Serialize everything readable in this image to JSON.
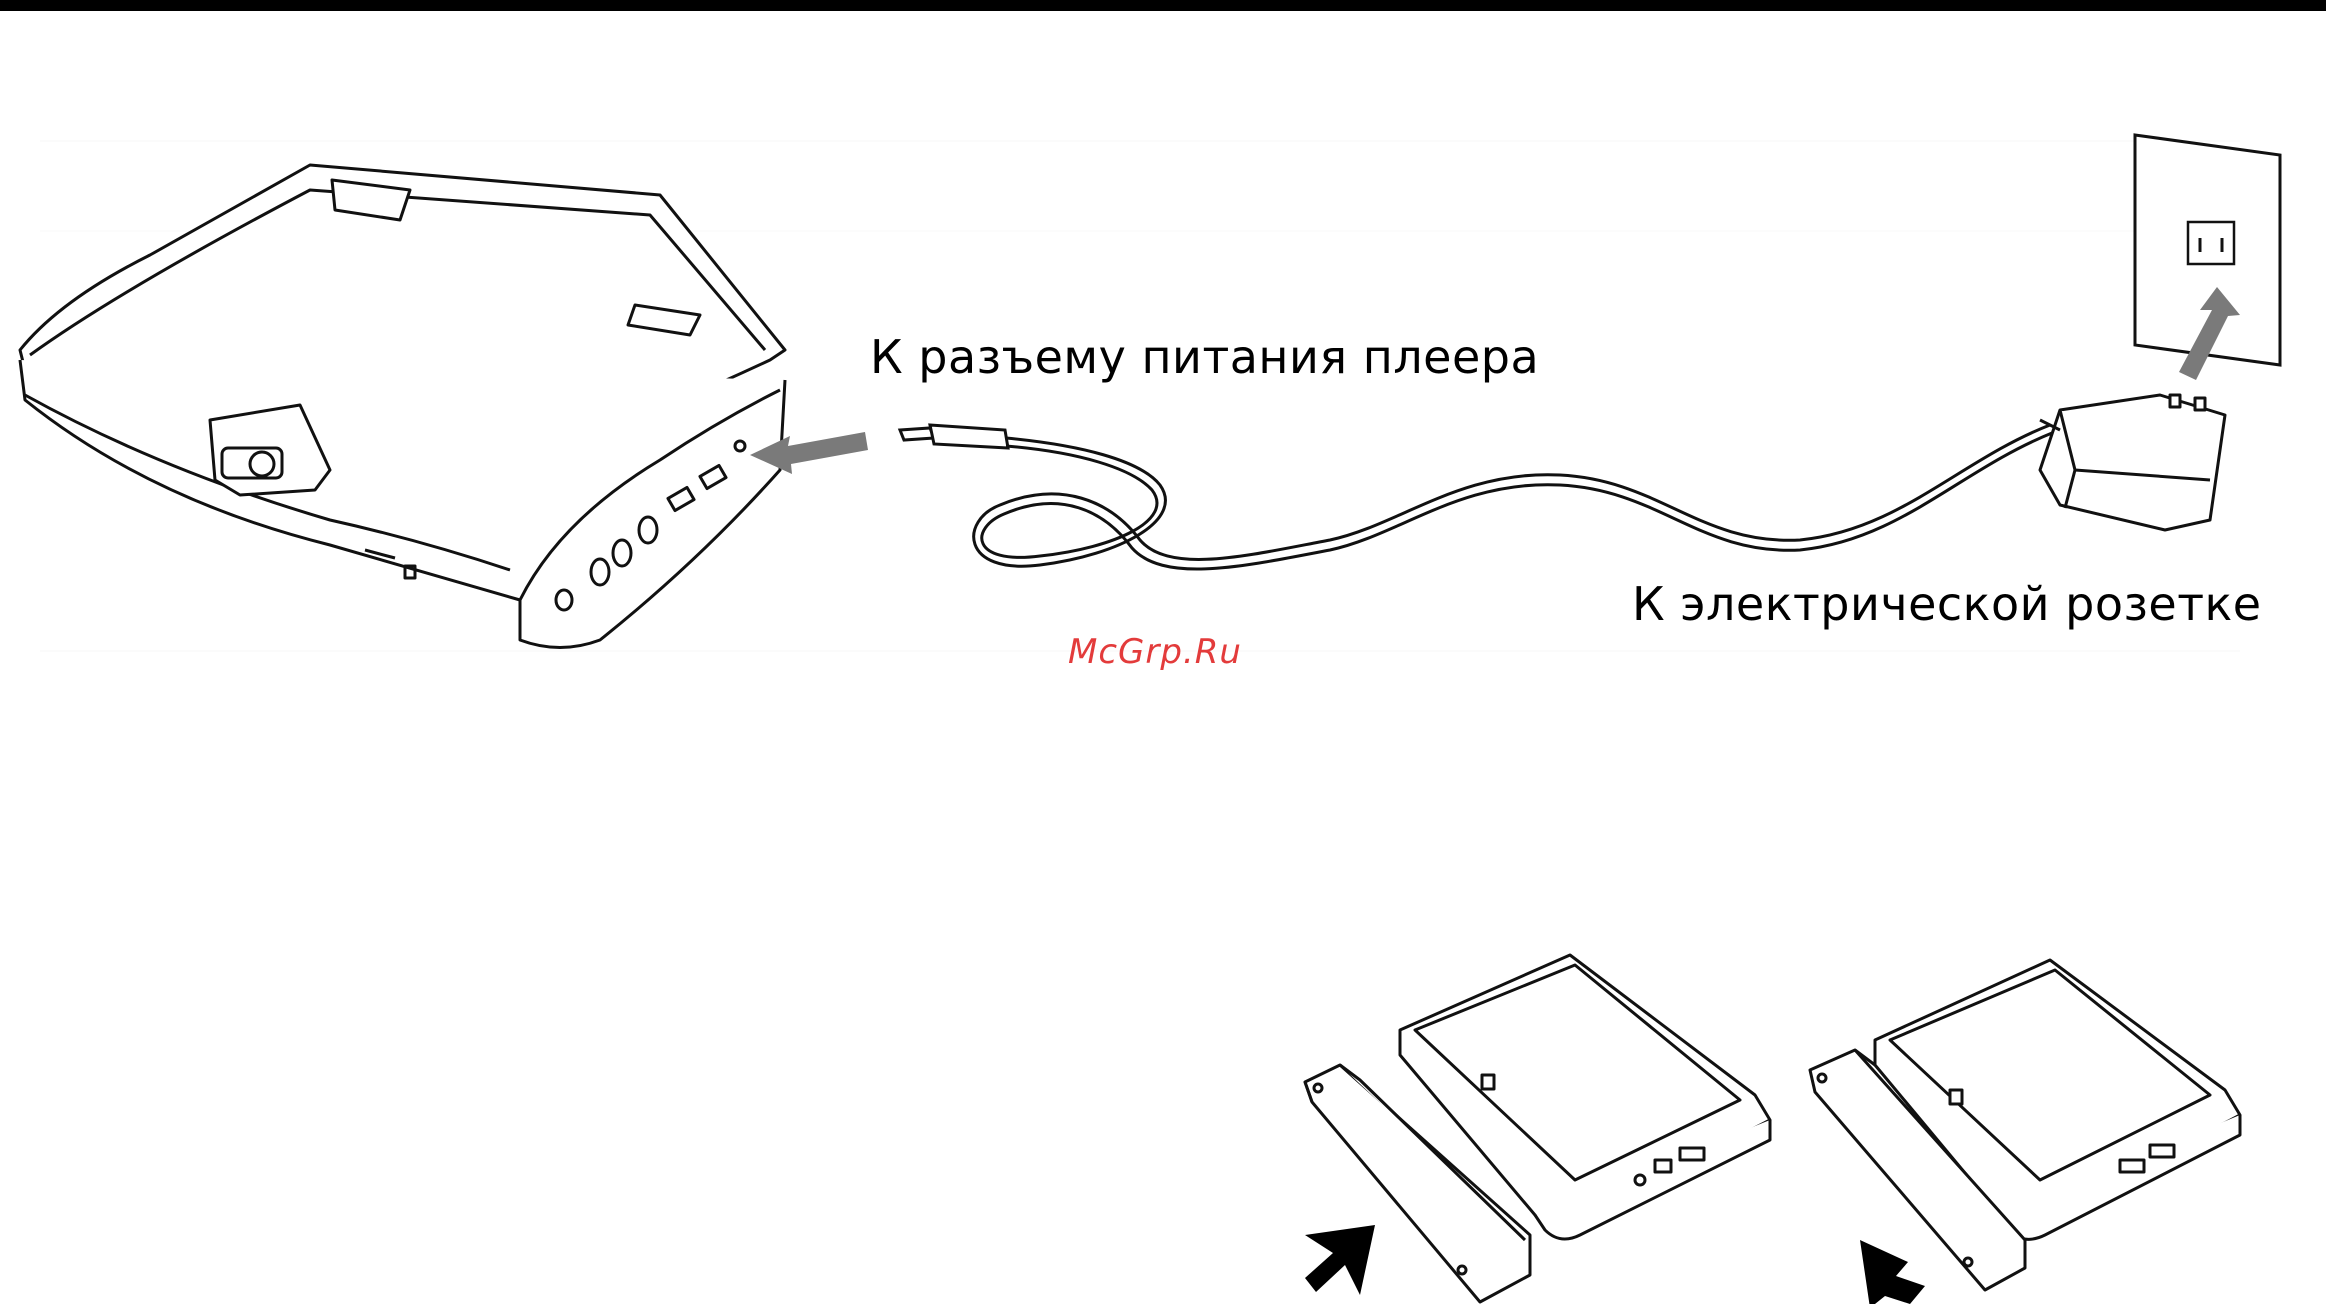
{
  "page": {
    "power_label": "К разъему питания плеера",
    "outlet_label": "К электрической розетке",
    "watermark": "McGrp.Ru"
  },
  "colors": {
    "watermark": "#e33b3b",
    "line_art": "#111111",
    "arrow": "#7a7a7a",
    "top_bar": "#000000"
  }
}
